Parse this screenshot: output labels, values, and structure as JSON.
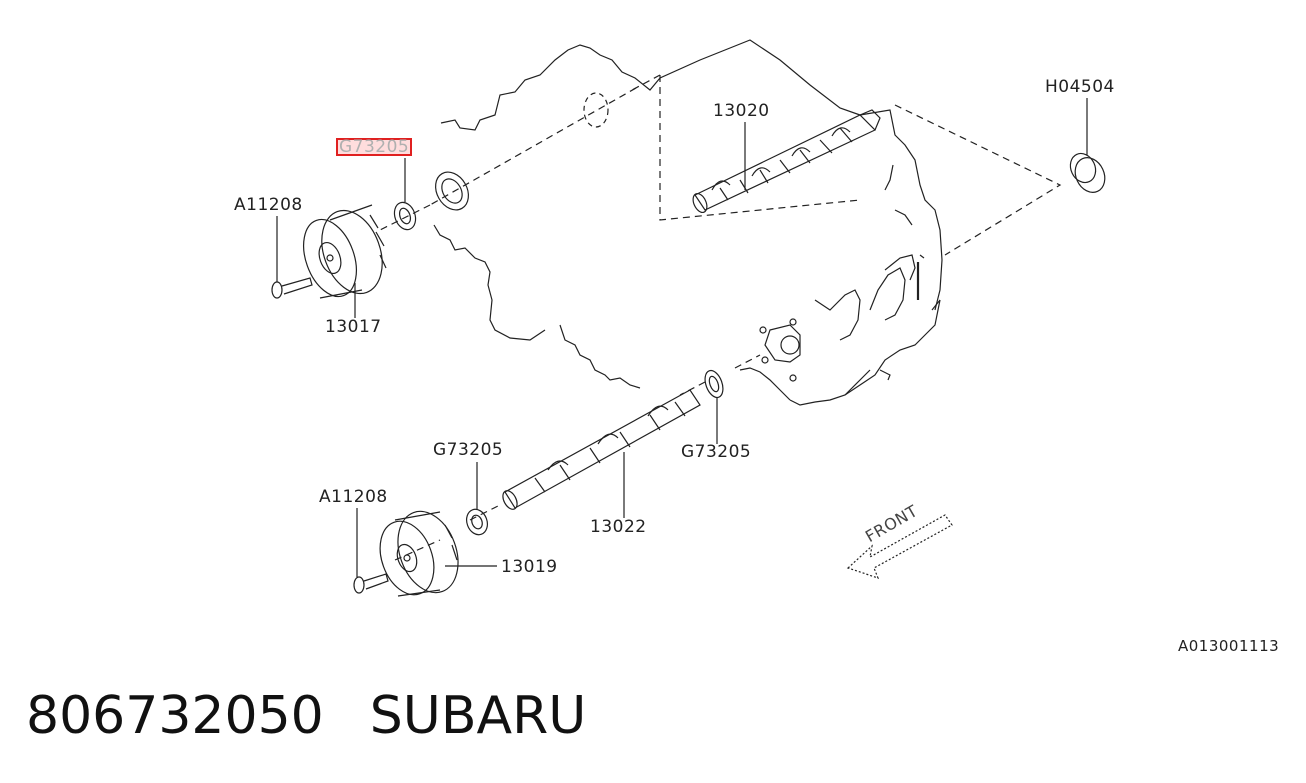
{
  "callouts": {
    "g73205_top": "G73205",
    "a11208_top": "A11208",
    "p13017": "13017",
    "p13020": "13020",
    "h04504": "H04504",
    "g73205_mid_left": "G73205",
    "g73205_mid_right": "G73205",
    "a11208_bottom": "A11208",
    "p13022": "13022",
    "p13019": "13019"
  },
  "front_label": "FRONT",
  "diagram_code": "A013001113",
  "caption": {
    "part_number": "806732050",
    "brand": "SUBARU"
  },
  "colors": {
    "highlight_border": "#e02020",
    "line": "#222222"
  }
}
